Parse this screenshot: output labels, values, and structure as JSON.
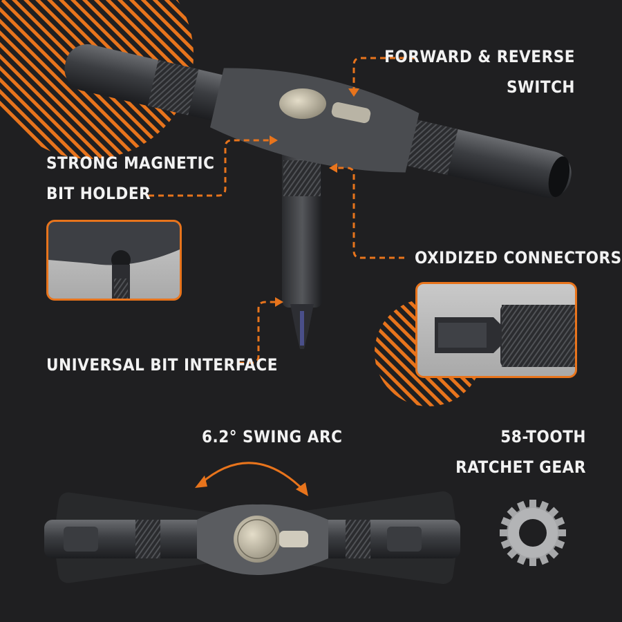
{
  "colors": {
    "background": "#1f1f21",
    "accent": "#e8741c",
    "text": "#f2f2f2",
    "tool_metal": "#4a4c50"
  },
  "features": {
    "forward_reverse": [
      "FORWARD & REVERSE",
      "SWITCH"
    ],
    "magnetic_holder": [
      "STRONG MAGNETIC",
      "BIT HOLDER"
    ],
    "oxidized_connectors": "OXIDIZED CONNECTORS",
    "bit_interface": "UNIVERSAL BIT INTERFACE",
    "swing_arc": "6.2° SWING ARC",
    "ratchet_gear": [
      "58-TOOTH",
      "RATCHET GEAR"
    ]
  },
  "icons": [
    "dashed-arrow-icon",
    "curved-double-arrow-icon",
    "gear-icon"
  ]
}
